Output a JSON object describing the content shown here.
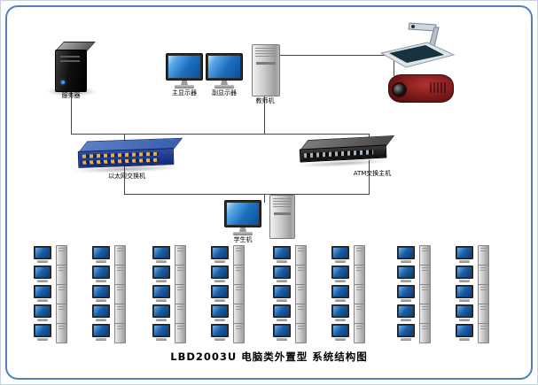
{
  "title": "LBD2003U 电脑类外置型 系统结构图",
  "devices": {
    "server": {
      "label": "服务器"
    },
    "main_display": {
      "label": "主显示器"
    },
    "secondary_display": {
      "label": "副显示器"
    },
    "teacher_machine": {
      "label": "教师机"
    },
    "ethernet_switch": {
      "label": "以太网交换机"
    },
    "atm_switch": {
      "label": "ATM交换主机"
    },
    "student_machine": {
      "label": "学生机"
    }
  },
  "workstation_grid": {
    "rows": 5,
    "columns": 8,
    "total": 40
  },
  "colors": {
    "slide_border": "#4f81bd",
    "monitor_screen": "#1e6fc0",
    "ethernet_switch": "#14297a",
    "switch_ports": "#e8b040",
    "atm_switch": "#1c1c1c",
    "projector_body": "#7a1818",
    "connector_line": "#454545"
  }
}
